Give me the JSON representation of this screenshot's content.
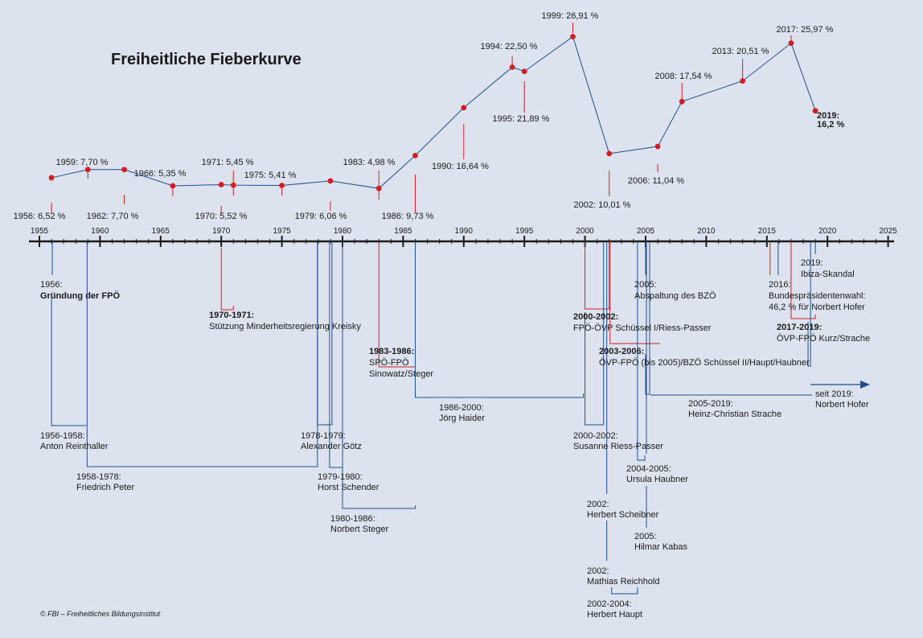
{
  "chart_data": {
    "type": "line",
    "title": "Freiheitliche Fieberkurve",
    "xlim": [
      1955,
      2025
    ],
    "x_ticks": [
      1955,
      1960,
      1965,
      1970,
      1975,
      1980,
      1985,
      1990,
      1995,
      2000,
      2005,
      2010,
      2015,
      2020,
      2025
    ],
    "series": [
      {
        "values": [
          {
            "x": 1956,
            "y": 6.52,
            "label": "1956: 6,52 %"
          },
          {
            "x": 1959,
            "y": 7.7,
            "label": "1959: 7,70 %"
          },
          {
            "x": 1962,
            "y": 7.7,
            "label": "1962: 7,70 %"
          },
          {
            "x": 1966,
            "y": 5.35,
            "label": "1966: 5,35 %"
          },
          {
            "x": 1970,
            "y": 5.52,
            "label": "1970: 5,52 %"
          },
          {
            "x": 1971,
            "y": 5.45,
            "label": "1971: 5,45 %"
          },
          {
            "x": 1975,
            "y": 5.41,
            "label": "1975: 5,41 %"
          },
          {
            "x": 1979,
            "y": 6.06,
            "label": "1979: 6,06 %"
          },
          {
            "x": 1983,
            "y": 4.98,
            "label": "1983: 4,98 %"
          },
          {
            "x": 1986,
            "y": 9.73,
            "label": "1986: 9,73 %"
          },
          {
            "x": 1990,
            "y": 16.64,
            "label": "1990: 16,64 %"
          },
          {
            "x": 1994,
            "y": 22.5,
            "label": "1994: 22,50 %"
          },
          {
            "x": 1995,
            "y": 21.89,
            "label": "1995: 21,89 %"
          },
          {
            "x": 1999,
            "y": 26.91,
            "label": "1999: 26,91 %"
          },
          {
            "x": 2002,
            "y": 10.01,
            "label": "2002: 10,01 %"
          },
          {
            "x": 2006,
            "y": 11.04,
            "label": "2006: 11,04 %"
          },
          {
            "x": 2008,
            "y": 17.54,
            "label": "2008: 17,54 %"
          },
          {
            "x": 2013,
            "y": 20.51,
            "label": "2013: 20,51 %"
          },
          {
            "x": 2017,
            "y": 25.97,
            "label": "2017: 25,97 %"
          },
          {
            "x": 2019,
            "y": 16.2,
            "label": "2019:",
            "label2": "16,2 %"
          }
        ]
      }
    ],
    "colors": {
      "line": "#1f4f8f",
      "point": "#d01f24",
      "axis": "#1a1a1a",
      "government": "#d01f24",
      "leader": "#1f4f8f"
    },
    "events_above": [
      {
        "year": "1956:",
        "text": "Gründung der FPÖ"
      },
      {
        "year": "1970-1971:",
        "text": "Stützung Minderheitsregierung Kreisky"
      },
      {
        "year": "1983-1986:",
        "text": "SPÖ-FPÖ",
        "text2": "Sinowatz/Steger"
      },
      {
        "year": "2000-2002:",
        "text": "FPÖ-ÖVP Schüssel I/Riess-Passer"
      },
      {
        "year": "2003-2006:",
        "text": "ÖVP-FPÖ (bis 2005)/BZÖ Schüssel II/Haupt/Haubner"
      },
      {
        "year": "2005:",
        "text": "Abspaltung des BZÖ"
      },
      {
        "year": "2016:",
        "text": "Bundespräsidentenwahl:",
        "text2": "46,2 % für Norbert Hofer"
      },
      {
        "year": "2017-2019:",
        "text": "ÖVP-FPÖ Kurz/Strache"
      },
      {
        "year": "2019:",
        "text": "Ibiza-Skandal"
      }
    ],
    "leaders": [
      {
        "period": "1956-1958:",
        "name": "Anton Reinthaller"
      },
      {
        "period": "1958-1978:",
        "name": "Friedrich Peter"
      },
      {
        "period": "1978-1979:",
        "name": "Alexander Götz"
      },
      {
        "period": "1979-1980:",
        "name": "Horst Schender"
      },
      {
        "period": "1980-1986:",
        "name": "Norbert Steger"
      },
      {
        "period": "1986-2000:",
        "name": "Jörg Haider"
      },
      {
        "period": "2000-2002:",
        "name": "Susanne Riess-Passer"
      },
      {
        "period": "2002:",
        "name": "Herbert Scheibner"
      },
      {
        "period": "2002:",
        "name": "Mathias Reichhold"
      },
      {
        "period": "2002-2004:",
        "name": "Herbert Haupt"
      },
      {
        "period": "2004-2005:",
        "name": "Ursula Haubner"
      },
      {
        "period": "2005:",
        "name": "Hilmar Kabas"
      },
      {
        "period": "2005-2019:",
        "name": "Heinz-Christian Strache"
      },
      {
        "period": "seit 2019:",
        "name": "Norbert Hofer"
      }
    ]
  },
  "footer": "© FBI – Freiheitliches Bildungsinstitut"
}
